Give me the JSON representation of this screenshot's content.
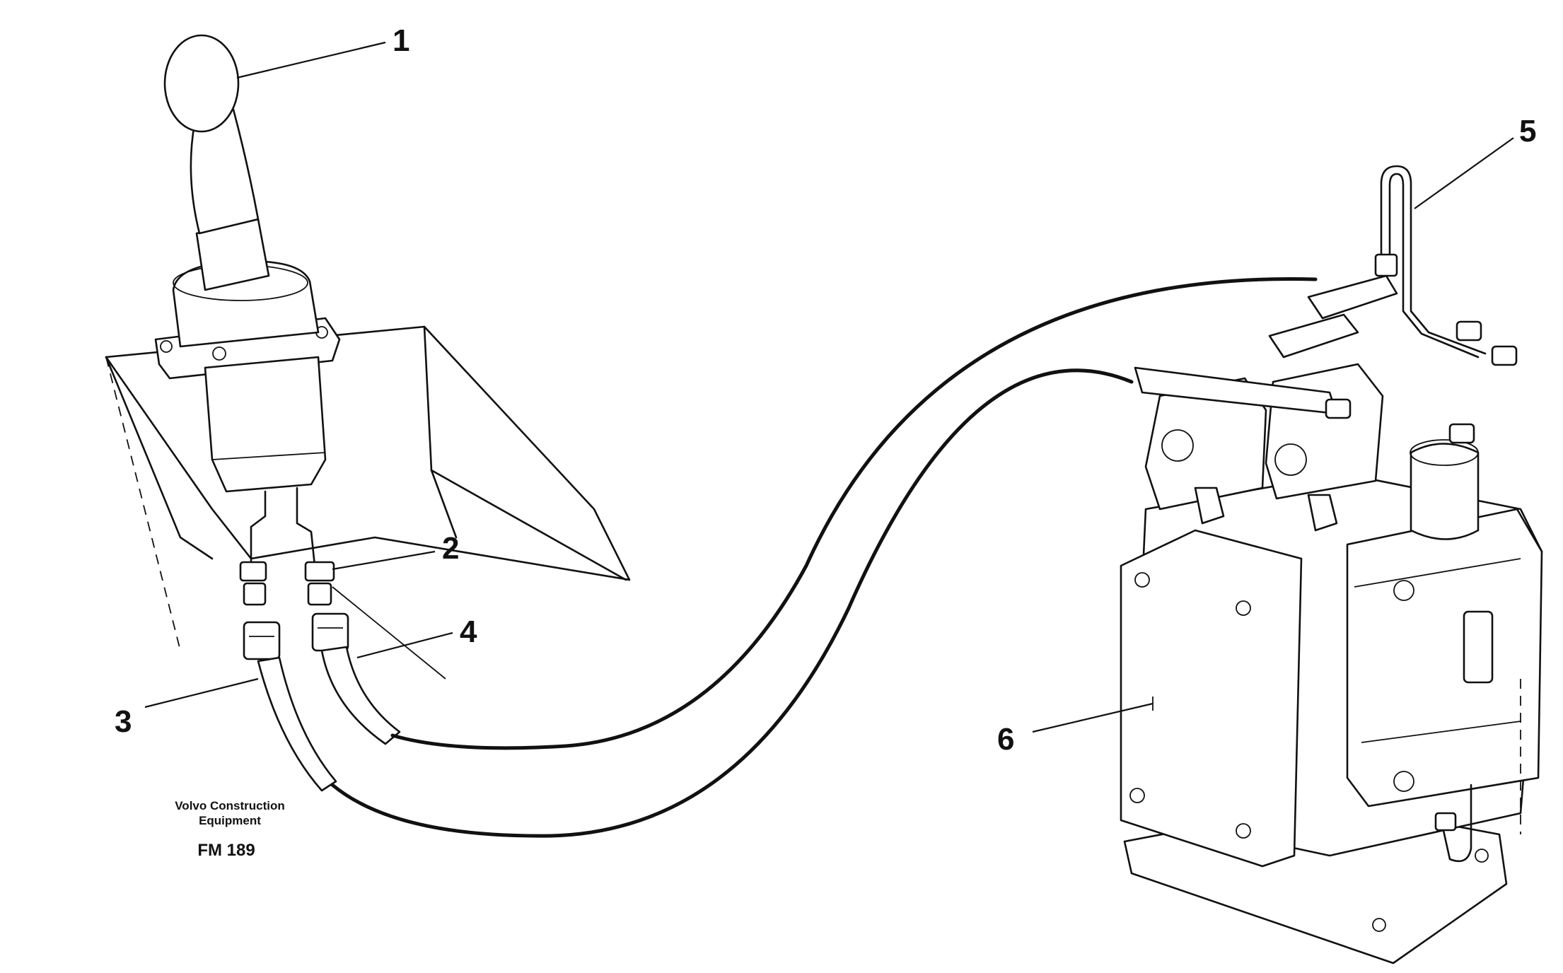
{
  "callouts": [
    {
      "id": "1",
      "label": "1"
    },
    {
      "id": "2",
      "label": "2"
    },
    {
      "id": "3",
      "label": "3"
    },
    {
      "id": "4",
      "label": "4"
    },
    {
      "id": "5",
      "label": "5"
    },
    {
      "id": "6",
      "label": "6"
    }
  ],
  "caption": {
    "line1": "Volvo Construction",
    "line2": "Equipment",
    "code": "FM 189"
  }
}
